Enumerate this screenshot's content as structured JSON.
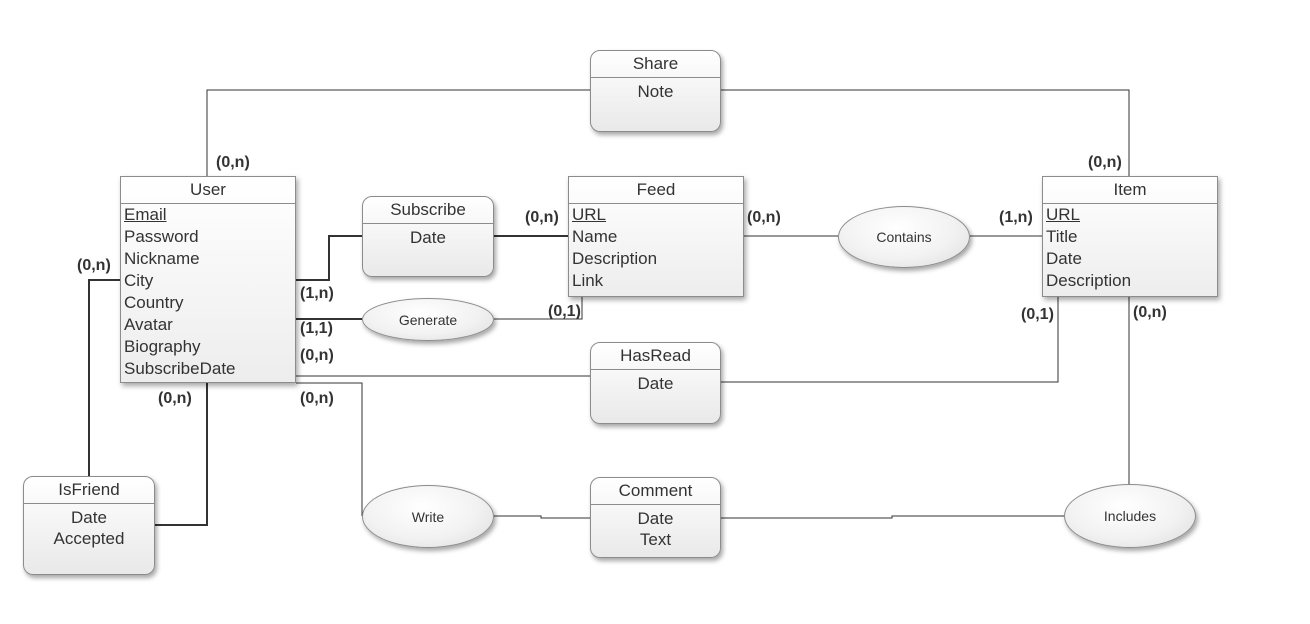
{
  "entities": {
    "user": {
      "title": "User",
      "attributes": [
        "Email",
        "Password",
        "Nickname",
        "City",
        "Country",
        "Avatar",
        "Biography",
        "SubscribeDate"
      ]
    },
    "feed": {
      "title": "Feed",
      "attributes": [
        "URL",
        "Name",
        "Description",
        "Link"
      ]
    },
    "item": {
      "title": "Item",
      "attributes": [
        "URL",
        "Title",
        "Date",
        "Description"
      ]
    }
  },
  "relationships": {
    "share": {
      "title": "Share",
      "attributes": [
        "Note"
      ]
    },
    "subscribe": {
      "title": "Subscribe",
      "attributes": [
        "Date"
      ]
    },
    "hasread": {
      "title": "HasRead",
      "attributes": [
        "Date"
      ]
    },
    "comment": {
      "title": "Comment",
      "attributes": [
        "Date",
        "Text"
      ]
    },
    "isfriend": {
      "title": "IsFriend",
      "attributes": [
        "Date",
        "Accepted"
      ]
    },
    "contains": {
      "title": "Contains"
    },
    "generate": {
      "title": "Generate"
    },
    "write": {
      "title": "Write"
    },
    "includes": {
      "title": "Includes"
    }
  },
  "cardinalities": {
    "user_share": "(0,n)",
    "item_share": "(0,n)",
    "user_isfriend_left": "(0,n)",
    "user_subscribe": "(1,n)",
    "feed_subscribe": "(0,n)",
    "feed_contains": "(0,n)",
    "item_contains": "(1,n)",
    "user_generate": "(1,1)",
    "feed_generate": "(0,1)",
    "user_hasread": "(0,n)",
    "item_hasread": "(0,1)",
    "item_includes": "(0,n)",
    "user_isfriend_bottom": "(0,n)",
    "user_write": "(0,n)"
  },
  "colors": {
    "line": "#333333",
    "border": "#8c8c8c"
  }
}
